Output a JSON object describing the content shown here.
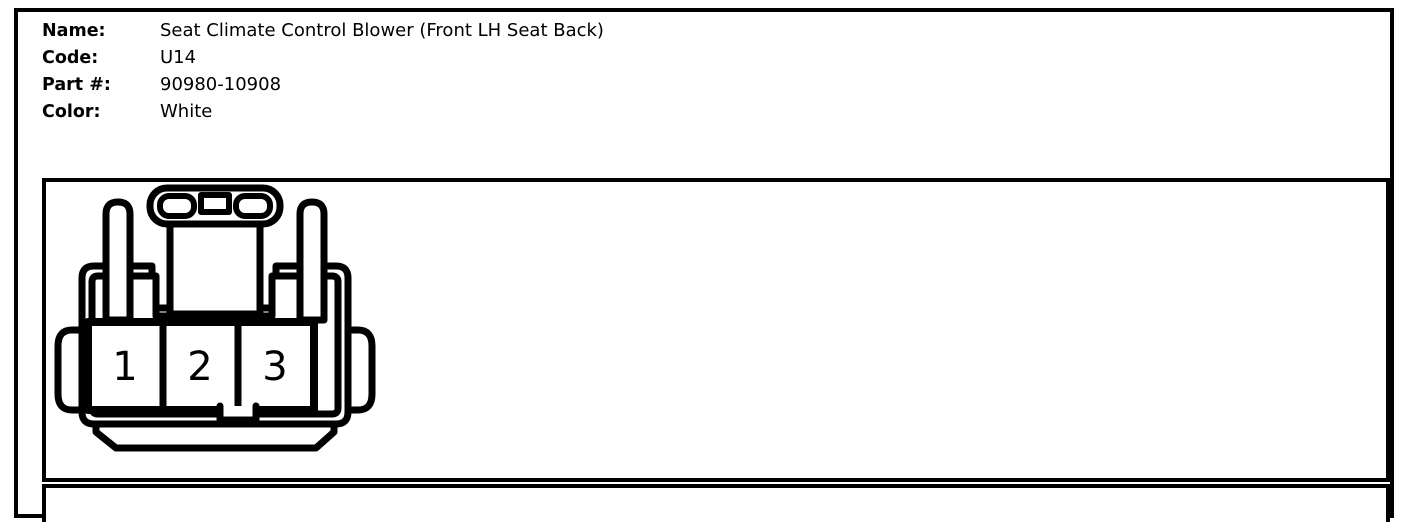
{
  "card": {
    "info_rows": [
      {
        "label": "Name:",
        "value": "Seat Climate Control Blower (Front LH Seat Back)"
      },
      {
        "label": "Code:",
        "value": "U14"
      },
      {
        "label": "Part #:",
        "value": "90980-10908"
      },
      {
        "label": "Color:",
        "value": "White"
      }
    ]
  },
  "connector": {
    "type": "3-way-female-housing",
    "view": "terminal-face",
    "cavity_count": 3,
    "cavity_labels": [
      "1",
      "2",
      "3"
    ],
    "features": [
      "top-center-lock-lever",
      "left-guide-post",
      "right-guide-post",
      "left-side-ear",
      "right-side-ear",
      "bottom-skirt",
      "polarization-notch-between-2-and-3"
    ],
    "line_color": "#000000",
    "fill_color": "#ffffff"
  }
}
